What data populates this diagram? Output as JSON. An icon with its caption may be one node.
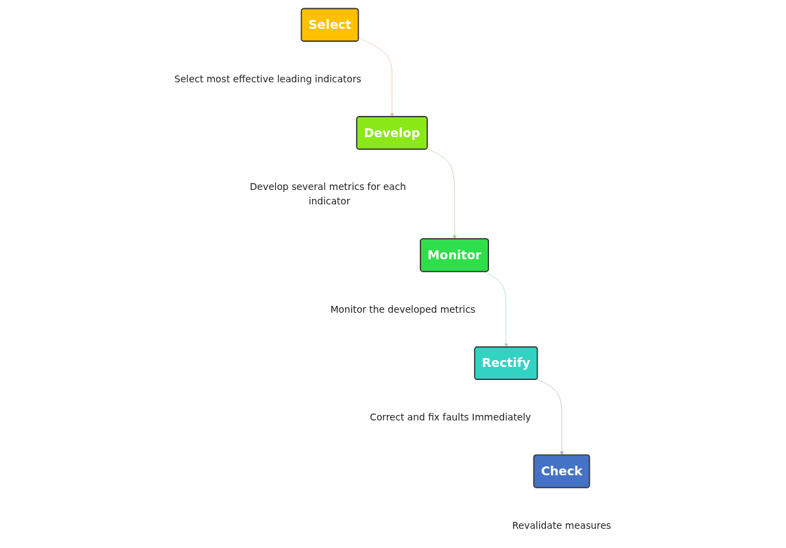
{
  "diagram": {
    "nodes": [
      {
        "text": [
          "Select"
        ],
        "beside": [
          "Select most effective leading indicators"
        ]
      },
      {
        "text": [
          "Develop"
        ],
        "beside": [
          "Develop several metrics for each indicator"
        ]
      },
      {
        "text": [
          "Monitor"
        ],
        "beside": [
          "Monitor the developed metrics"
        ]
      },
      {
        "text": [
          "Rectify"
        ],
        "beside": [
          "Correct and fix faults Immediately"
        ]
      },
      {
        "text": [
          "Check"
        ],
        "beside": [
          "Revalidate measures"
        ]
      }
    ],
    "edges": [
      {
        "from": 0,
        "to": 1,
        "arrow": "to",
        "color": "#e8bf8c"
      },
      {
        "from": 1,
        "to": 2,
        "arrow": "to",
        "color": "#a9cf8a"
      },
      {
        "from": 2,
        "to": 3,
        "arrow": "to",
        "color": "#9fd3c2"
      },
      {
        "from": 3,
        "to": 4,
        "arrow": "to",
        "color": "#a9b0c0"
      }
    ]
  }
}
